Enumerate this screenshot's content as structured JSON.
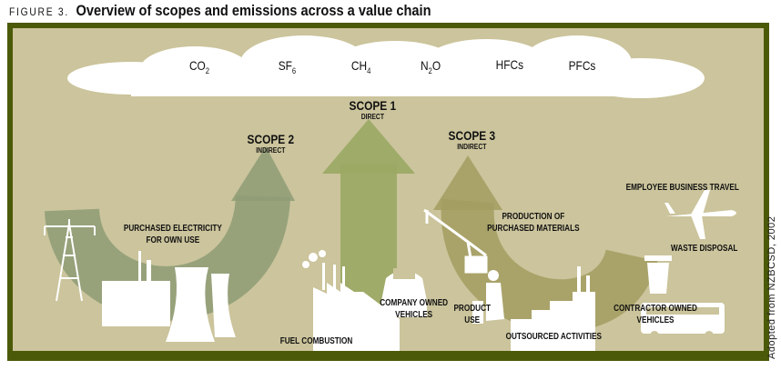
{
  "figure": {
    "label": "FIGURE 3.",
    "title": "Overview of scopes and emissions across a value chain",
    "credit": "Adopted from NZBCSD, 2002"
  },
  "gases": [
    {
      "base": "CO",
      "sub": "2"
    },
    {
      "base": "SF",
      "sub": "6"
    },
    {
      "base": "CH",
      "sub": "4"
    },
    {
      "base": "N",
      "sub": "2",
      "tail": "O"
    },
    {
      "base": "HFCs"
    },
    {
      "base": "PFCs"
    }
  ],
  "scopes": [
    {
      "name": "SCOPE 1",
      "desc": "DIRECT",
      "color": "#9aa864"
    },
    {
      "name": "SCOPE 2",
      "desc": "INDIRECT",
      "color": "#8e9c76"
    },
    {
      "name": "SCOPE 3",
      "desc": "INDIRECT",
      "color": "#a39e62"
    }
  ],
  "sources": {
    "purchased_electricity": [
      "PURCHASED ELECTRICITY",
      "FOR OWN USE"
    ],
    "fuel_combustion": "FUEL COMBUSTION",
    "company_vehicles": [
      "COMPANY OWNED",
      "VEHICLES"
    ],
    "product_use": [
      "PRODUCT",
      "USE"
    ],
    "purchased_materials": [
      "PRODUCTION OF",
      "PURCHASED MATERIALS"
    ],
    "outsourced": "OUTSOURCED ACTIVITIES",
    "contractor_vehicles": [
      "CONTRACTOR OWNED",
      "VEHICLES"
    ],
    "waste": "WASTE DISPOSAL",
    "travel": "EMPLOYEE BUSINESS TRAVEL"
  },
  "colors": {
    "frame": "#4b5a08",
    "background": "#cbc49c"
  }
}
